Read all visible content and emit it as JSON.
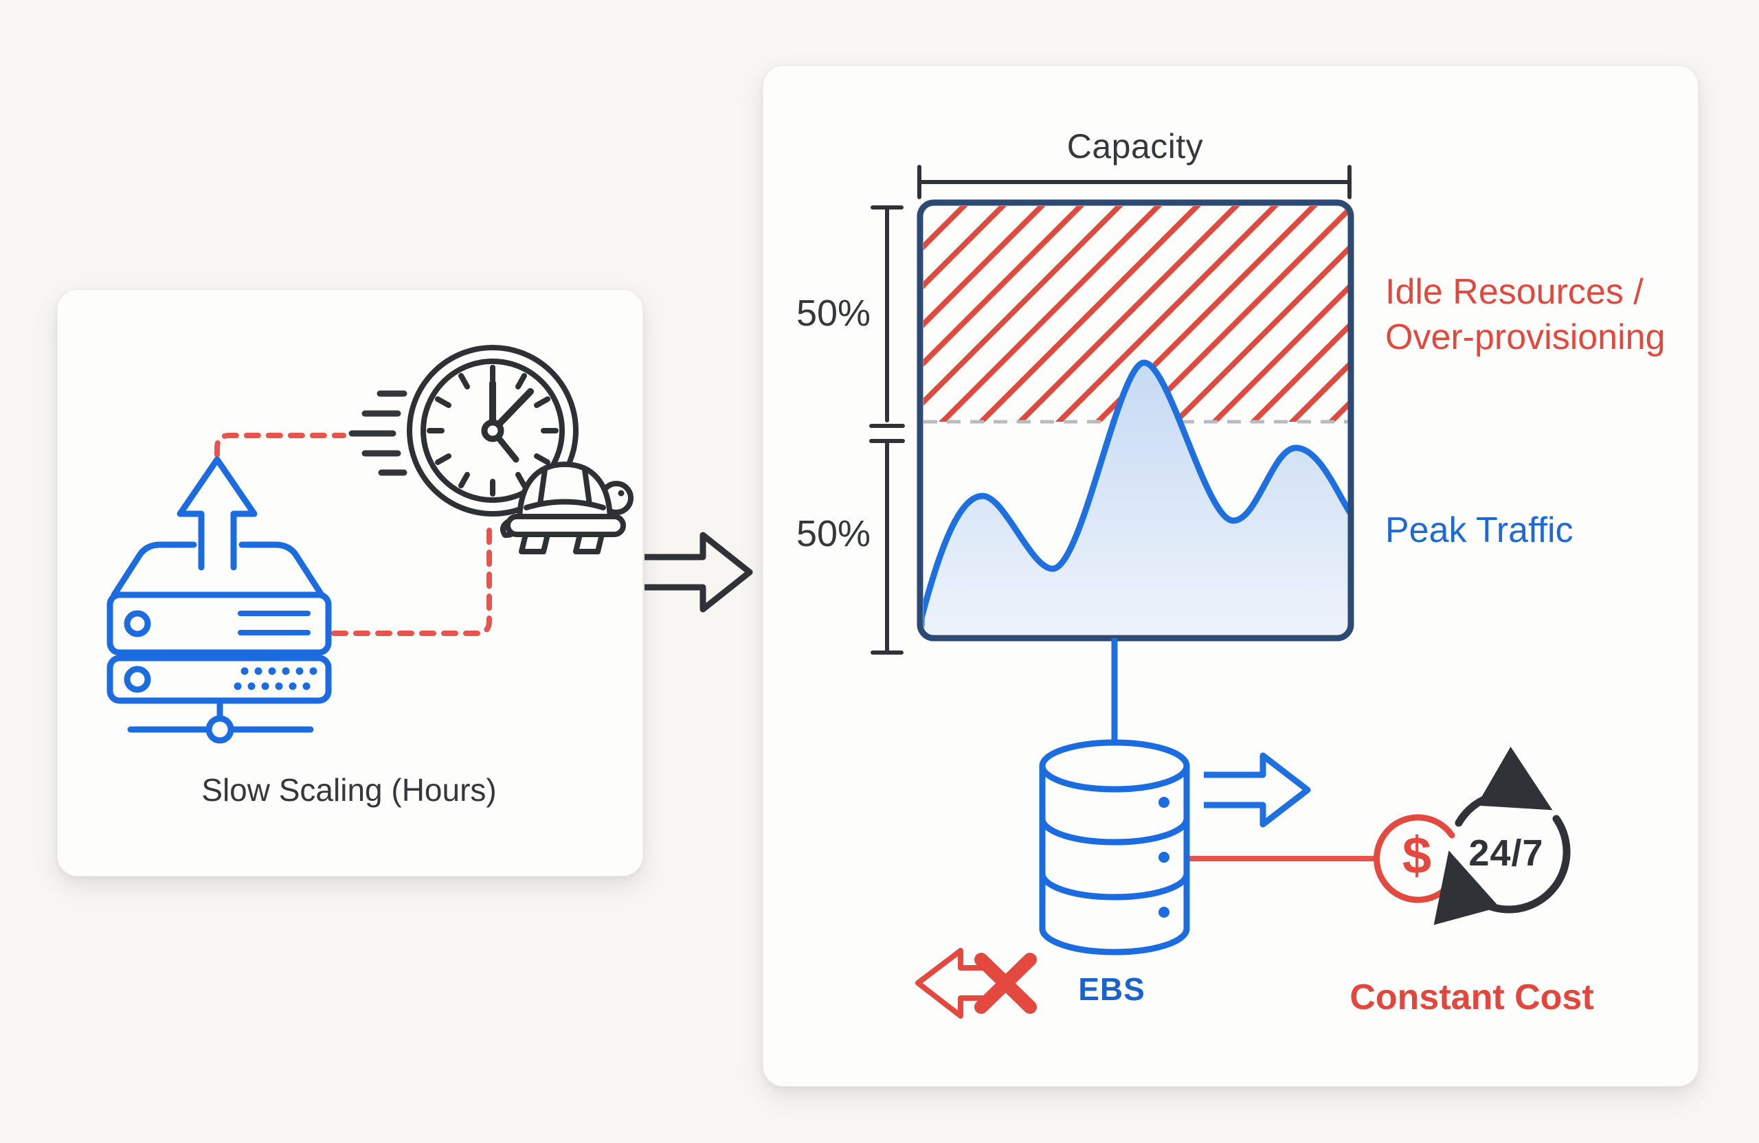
{
  "page": {
    "background_color": "#f7f6f3"
  },
  "left_panel": {
    "caption": "Slow Scaling (Hours)",
    "icons": [
      "server-icon",
      "scale-up-arrow-icon",
      "speed-clock-icon",
      "turtle-icon",
      "red-dashed-path-icon"
    ]
  },
  "flow_arrow": {
    "icon": "flow-arrow-icon"
  },
  "right_panel": {
    "capacity_label": "Capacity",
    "axis": {
      "top_value": "50%",
      "bottom_value": "50%"
    },
    "idle_label_line1": "Idle Resources /",
    "idle_label_line2": "Over-provisioning",
    "peak_label": "Peak Traffic",
    "ebs_label": "EBS",
    "currency_symbol": "$",
    "cycle_label": "24/7",
    "cost_caption": "Constant Cost"
  },
  "colors": {
    "blue": "#1b6ce0",
    "navy_border": "#2c4a74",
    "red": "#e3493e",
    "hatch_red": "#df4a3f",
    "dashed_red": "#e8544b",
    "dark": "#2f3236",
    "text_dark": "#36393c",
    "blue_text": "#1a63cc",
    "curve_fill_top": "#c5daf4",
    "curve_fill_bottom": "#eef3fa",
    "dashed_gray": "#b9bcbe",
    "card_bg": "#fdfdfc"
  },
  "chart_data": {
    "type": "area",
    "title": "Capacity",
    "capacity_pct": 100,
    "threshold_pct": 50,
    "x_relative": [
      0,
      0.14,
      0.31,
      0.52,
      0.72,
      0.87,
      1.0
    ],
    "traffic_pct_of_capacity": [
      4,
      33,
      16,
      64,
      27,
      44,
      26
    ],
    "regions": [
      {
        "label": "Idle Resources / Over-provisioning",
        "range_pct": [
          50,
          100
        ],
        "style": "red-diagonal-hatch"
      },
      {
        "label": "Peak Traffic",
        "range_pct": [
          0,
          50
        ],
        "style": "blue-area"
      }
    ],
    "axis_annotations": [
      "50%",
      "50%"
    ],
    "grid": false,
    "legend_position": "right"
  }
}
